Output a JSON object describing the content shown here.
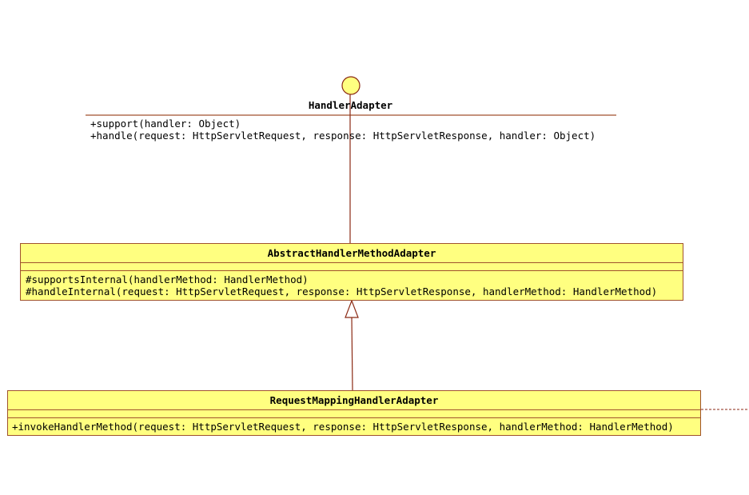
{
  "interface": {
    "name": "HandlerAdapter",
    "methods": [
      "+support(handler: Object)",
      "+handle(request: HttpServletRequest, response: HttpServletResponse, handler: Object)"
    ]
  },
  "abstract_class": {
    "name": "AbstractHandlerMethodAdapter",
    "methods": [
      "#supportsInternal(handlerMethod: HandlerMethod)",
      "#handleInternal(request: HttpServletRequest, response: HttpServletResponse, handlerMethod: HandlerMethod)"
    ]
  },
  "concrete_class": {
    "name": "RequestMappingHandlerAdapter",
    "methods": [
      "+invokeHandlerMethod(request: HttpServletRequest, response: HttpServletResponse, handlerMethod: HandlerMethod)"
    ]
  },
  "colors": {
    "line": "#8b2a14",
    "box_border": "#a0522d",
    "box_fill": "#ffff80",
    "interface_circle_fill": "#ffff80"
  }
}
